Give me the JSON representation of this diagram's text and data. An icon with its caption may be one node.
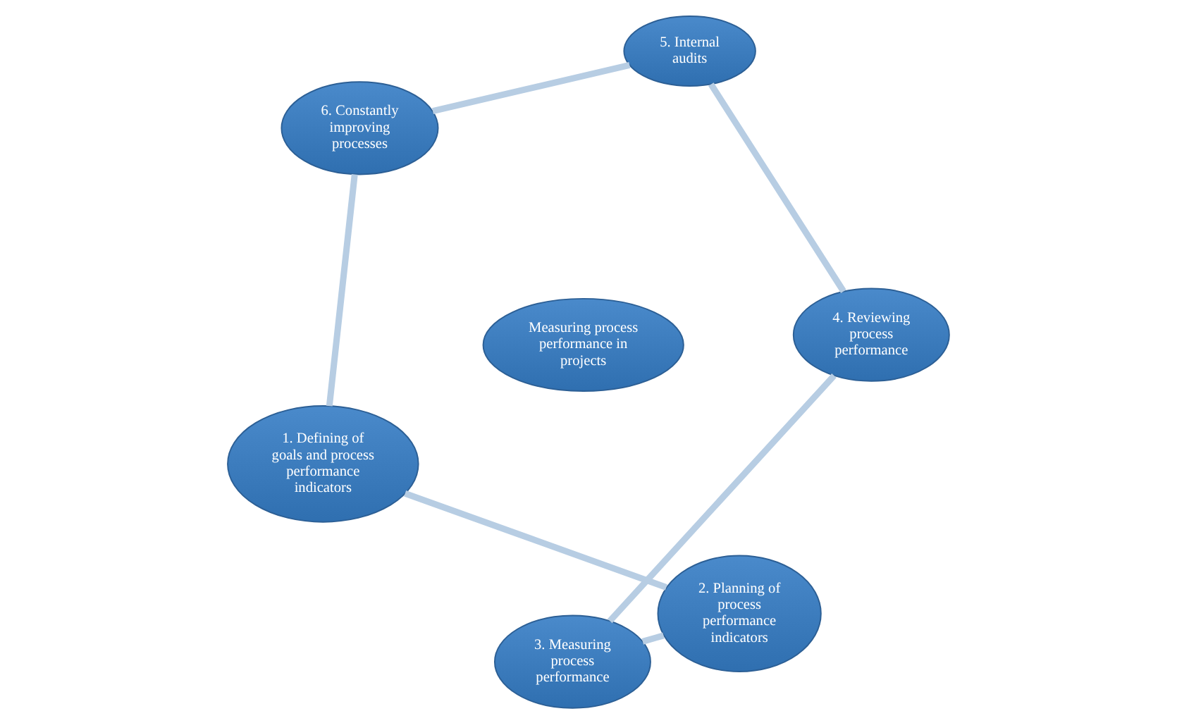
{
  "diagram": {
    "nodes": [
      {
        "text": [
          "1. Defining of goals and process performance indicators"
        ]
      },
      {
        "text": [
          "2. Planning of process performance indicators"
        ]
      },
      {
        "text": [
          "3. Measuring process performance"
        ]
      },
      {
        "text": [
          "4. Reviewing process performance"
        ]
      },
      {
        "text": [
          "5. Internal audits"
        ]
      },
      {
        "text": [
          "6. Constantly improving processes"
        ]
      },
      {
        "text": [
          "Measuring process performance in projects"
        ]
      }
    ],
    "edges": [
      {
        "from": 0,
        "to": 1,
        "arrow": "none"
      },
      {
        "from": 1,
        "to": 2,
        "arrow": "none"
      },
      {
        "from": 2,
        "to": 3,
        "arrow": "none"
      },
      {
        "from": 3,
        "to": 4,
        "arrow": "none"
      },
      {
        "from": 4,
        "to": 5,
        "arrow": "none"
      },
      {
        "from": 5,
        "to": 0,
        "arrow": "none"
      }
    ]
  }
}
